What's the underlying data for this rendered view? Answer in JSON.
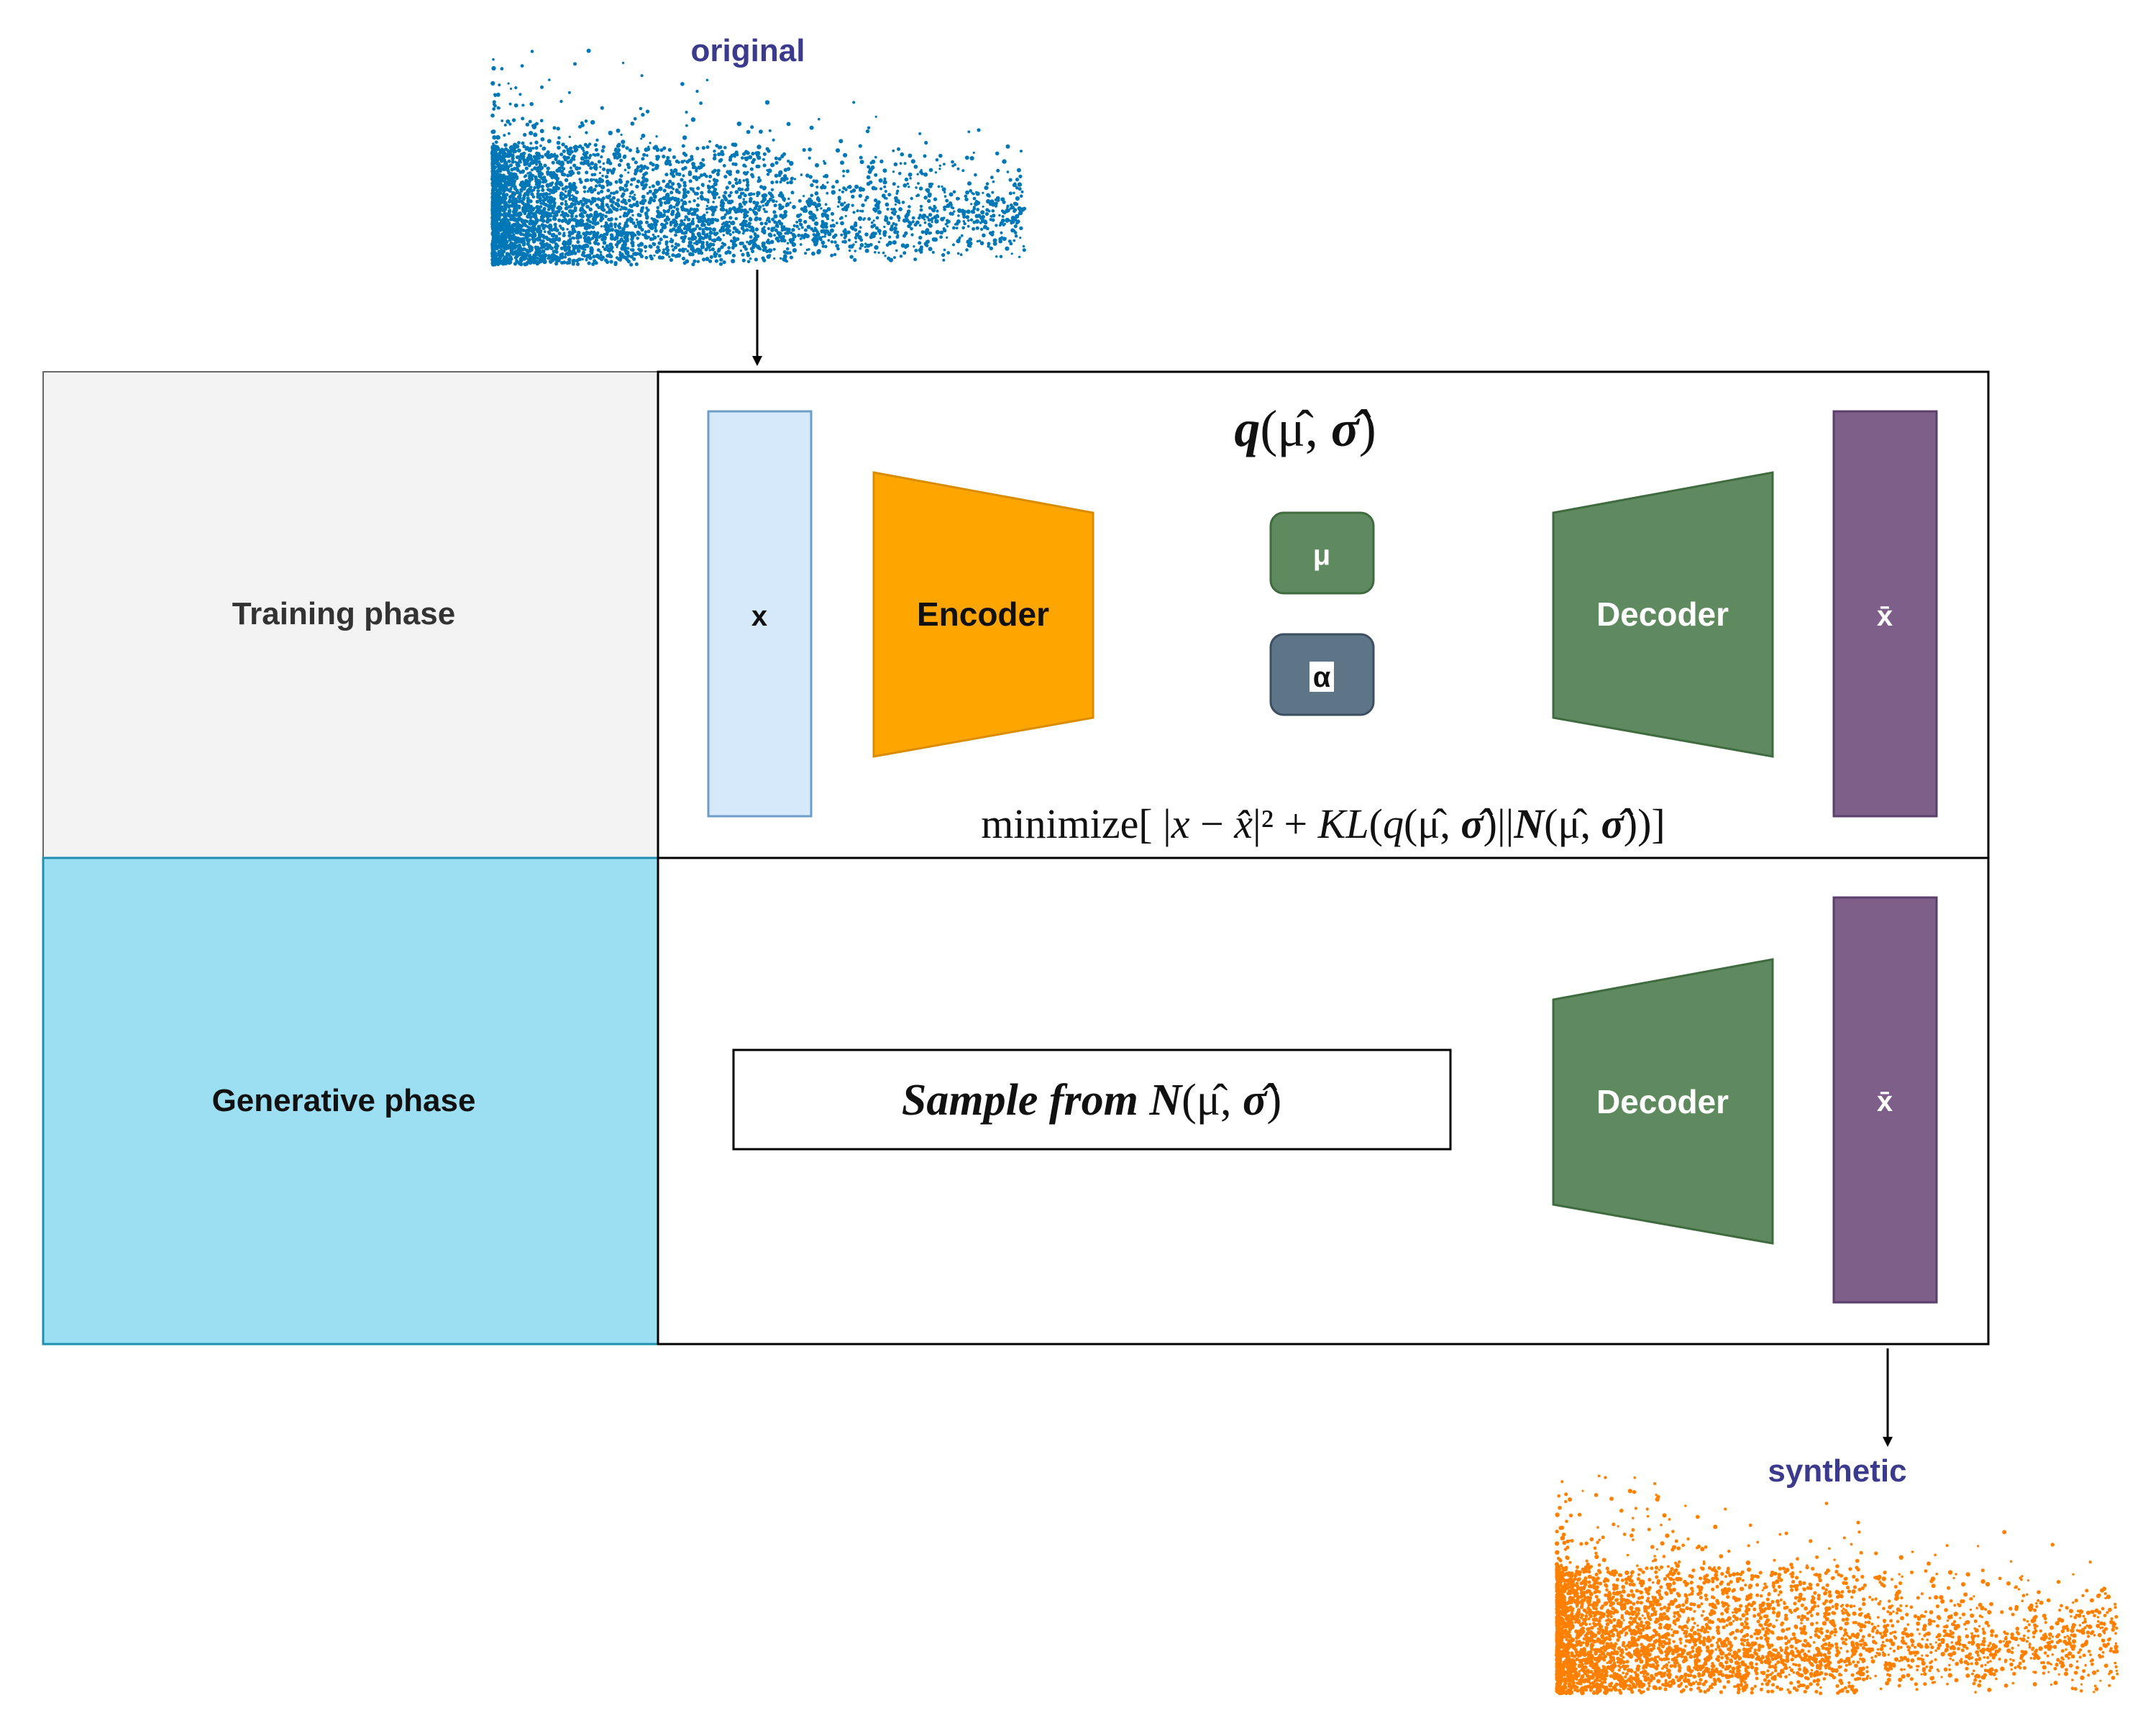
{
  "scatter_original": {
    "label": "original",
    "color": "#0077b6",
    "label_color": "#3b3a8c"
  },
  "scatter_synthetic": {
    "label": "synthetic",
    "color": "#ff8000",
    "label_color": "#3b3a8c"
  },
  "phases": {
    "training": {
      "label": "Training phase",
      "bg": "#f3f3f3"
    },
    "generative": {
      "label": "Generative phase",
      "bg": "#9ddff2"
    }
  },
  "training": {
    "input_label": "x",
    "encoder_label": "Encoder",
    "latent_title": {
      "q": "q",
      "args": "(μ̂, ",
      "sigma": "σ̂",
      "close": ")"
    },
    "mu_label": "μ",
    "alpha_label": "α",
    "decoder_label": "Decoder",
    "output_label": "x̄",
    "loss": {
      "prefix": "minimize[ |",
      "x": "x",
      "minus": " − ",
      "xhat": "x̂",
      "sq": "|² + ",
      "kl": "KL",
      "q_open": "(",
      "q": "q",
      "q_args": "(μ̂, ",
      "q_sigma": "σ̂",
      "q_close": ")|",
      "bar": "|",
      "n": "N",
      "n_args": "(μ̂, ",
      "n_sigma": "σ̂",
      "n_close": "))]"
    }
  },
  "generative": {
    "sample_text": "Sample from ",
    "sample_n": "N",
    "sample_args": "(μ̂, ",
    "sample_sigma": "σ̂",
    "sample_close": ")",
    "decoder_label": "Decoder",
    "output_label": "x̄"
  },
  "colors": {
    "input_fill": "#d6e9fb",
    "input_stroke": "#6c9ec8",
    "encoder_fill": "#ffa500",
    "encoder_stroke": "#d98c00",
    "decoder_fill": "#5f8a5f",
    "decoder_stroke": "#3f6b3f",
    "output_fill": "#7d5f8a",
    "output_stroke": "#5b3f6b",
    "mu_fill": "#5f8a5f",
    "alpha_fill": "#5e7487",
    "phase_stroke": "#1f8fb0"
  }
}
